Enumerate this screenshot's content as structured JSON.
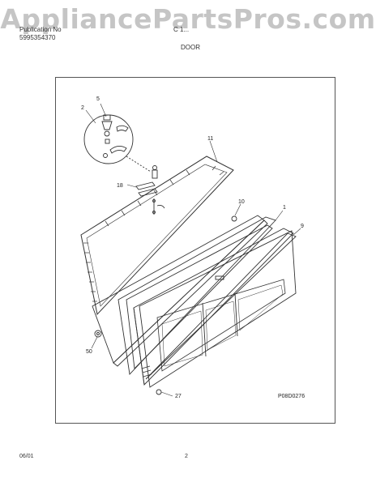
{
  "watermark": "AppliancePartsPros.com",
  "header": {
    "pub_label": "Publication No",
    "pub_no": "5995354370",
    "model_label": "C 1...",
    "section": "DOOR"
  },
  "callouts": {
    "c5": "5",
    "c2": "2",
    "c11": "11",
    "c18": "18",
    "c10": "10",
    "c1": "1",
    "c9": "9",
    "c50": "50",
    "c27": "27"
  },
  "diagram_code": "P08D0276",
  "footer": {
    "date": "06/01",
    "page": "2"
  }
}
